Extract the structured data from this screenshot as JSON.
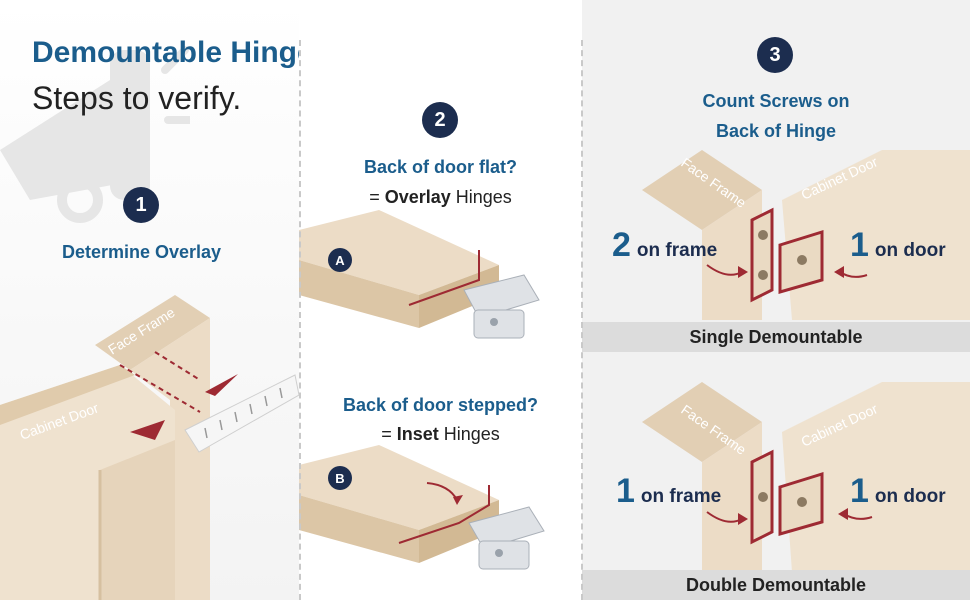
{
  "header": {
    "title": "Demountable Hinges",
    "title_suffix": ":",
    "subtitle": "Steps to verify."
  },
  "step1": {
    "number": "1",
    "heading": "Determine Overlay",
    "face_frame_label": "Face Frame",
    "cabinet_door_label": "Cabinet Door"
  },
  "step2": {
    "number": "2",
    "question_a": "Back of door flat?",
    "answer_a_prefix": "= ",
    "answer_a_bold": "Overlay",
    "answer_a_suffix": " Hinges",
    "badge_a": "A",
    "question_b": "Back of door stepped?",
    "answer_b_prefix": "= ",
    "answer_b_bold": "Inset",
    "answer_b_suffix": " Hinges",
    "badge_b": "B"
  },
  "step3": {
    "number": "3",
    "heading_line1": "Count Screws on",
    "heading_line2": "Back of Hinge",
    "single": {
      "face_frame_label": "Face Frame",
      "cabinet_door_label": "Cabinet Door",
      "frame_count": "2",
      "frame_text": "on frame",
      "door_count": "1",
      "door_text": "on door",
      "band_label": "Single Demountable"
    },
    "double": {
      "face_frame_label": "Face Frame",
      "cabinet_door_label": "Cabinet Door",
      "frame_count": "1",
      "frame_text": "on frame",
      "door_count": "1",
      "door_text": "on door",
      "band_label": "Double Demountable"
    }
  },
  "colors": {
    "brand_blue": "#1b5d8c",
    "navy": "#1c2d4f",
    "accent_red": "#9e2a33",
    "wood_light": "#ecdcc6",
    "wood_dark": "#d6c0a0"
  }
}
